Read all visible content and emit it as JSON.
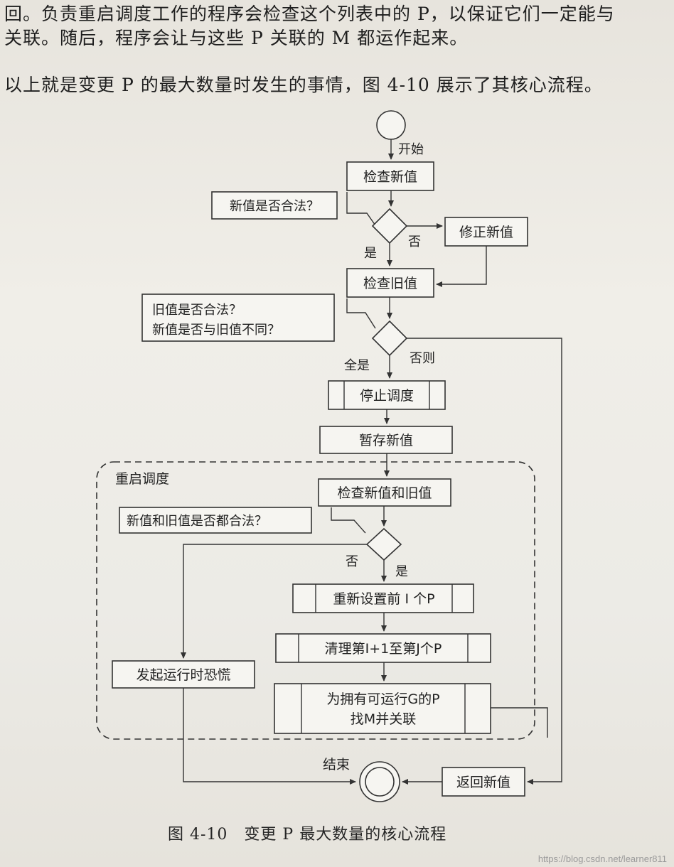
{
  "text": {
    "line1": "回。负责重启调度工作的程序会检查这个列表中的 P，以保证它们一定能与",
    "line2": "关联。随后，程序会让与这些 P 关联的 M 都运作起来。",
    "line3": "以上就是变更 P 的最大数量时发生的事情，图 4-10 展示了其核心流程。"
  },
  "flowchart": {
    "start": "开始",
    "check_new": "检查新值",
    "q_new_valid": "新值是否合法？",
    "no": "否",
    "fix_new": "修正新值",
    "yes": "是",
    "check_old": "检查旧值",
    "q_old_line1": "旧值是否合法？",
    "q_old_line2": "新值是否与旧值不同？",
    "all_yes": "全是",
    "otherwise": "否则",
    "stop_sched": "停止调度",
    "save_new": "暂存新值",
    "restart_label": "重启调度",
    "check_both": "检查新值和旧值",
    "q_both_valid": "新值和旧值是否都合法？",
    "no2": "否",
    "yes2": "是",
    "reset_p": "重新设置前 I 个P",
    "clean_p": "清理第I+1至第J个P",
    "find_m_line1": "为拥有可运行G的P",
    "find_m_line2": "找M并关联",
    "panic": "发起运行时恐慌",
    "end": "结束",
    "return_new": "返回新值"
  },
  "caption": "图 4-10　变更 P 最大数量的核心流程",
  "watermark": "https://blog.csdn.net/learner811"
}
